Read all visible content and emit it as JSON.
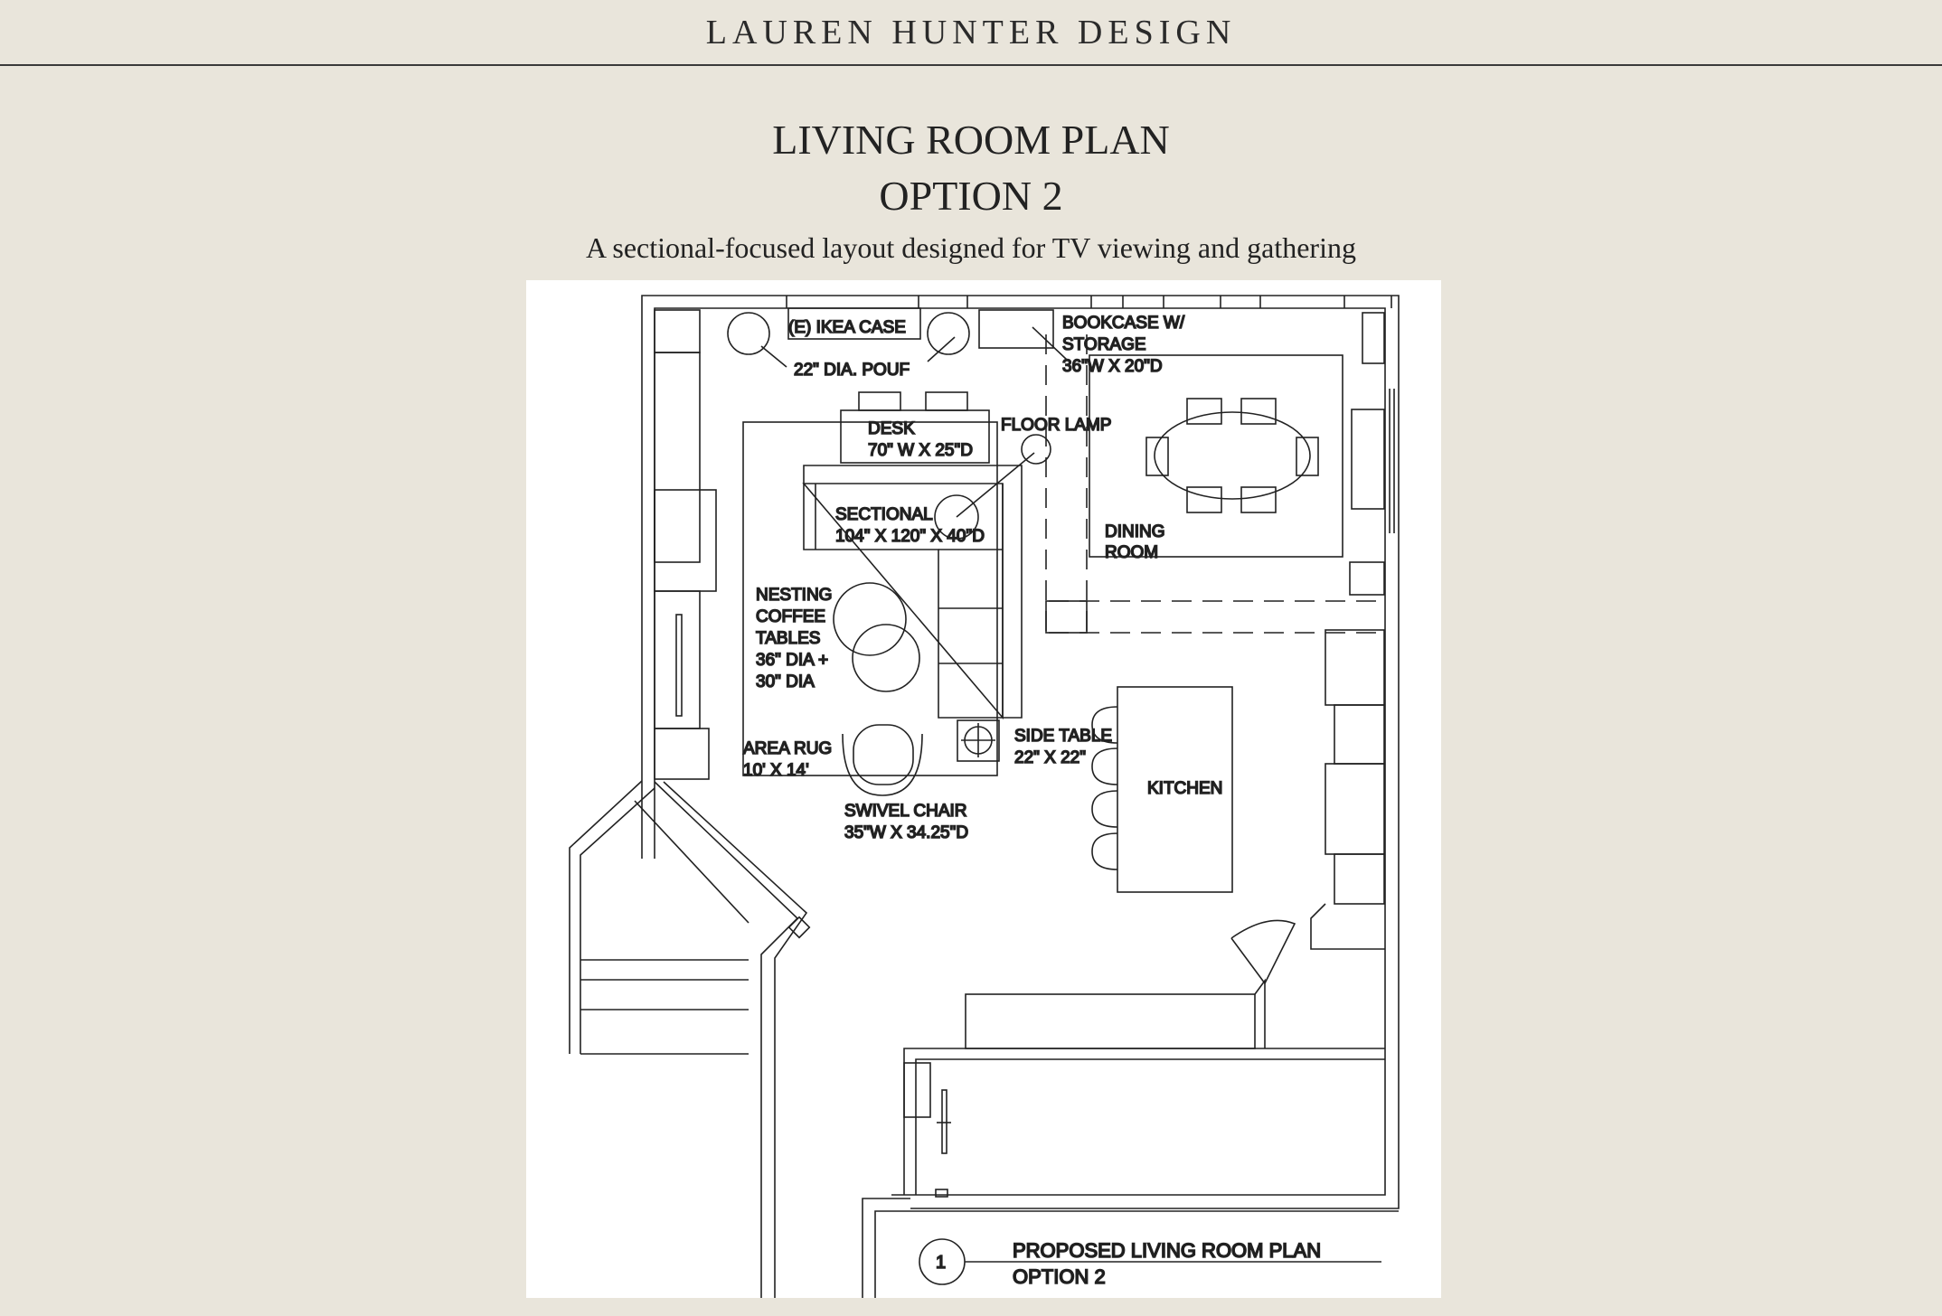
{
  "header": {
    "brand": "LAUREN HUNTER DESIGN"
  },
  "page": {
    "title_line1": "LIVING ROOM PLAN",
    "title_line2": "OPTION 2",
    "subtitle": "A sectional-focused layout designed for TV viewing and gathering"
  },
  "plan": {
    "labels": {
      "ikea_case": "(E)  IKEA CASE",
      "pouf": "22\" DIA. POUF",
      "bookcase_1": "BOOKCASE W/",
      "bookcase_2": "STORAGE",
      "bookcase_3": "36\"W X 20\"D",
      "floor_lamp": "FLOOR LAMP",
      "desk_1": "DESK",
      "desk_2": "70\" W X 25\"D",
      "sectional_1": "SECTIONAL",
      "sectional_2": "104\" X 120\" X 40\"D",
      "dining_1": "DINING",
      "dining_2": "ROOM",
      "nesting_1": "NESTING",
      "nesting_2": "COFFEE",
      "nesting_3": "TABLES",
      "nesting_4": "36\" DIA +",
      "nesting_5": "30\" DIA",
      "rug_1": "AREA RUG",
      "rug_2": "10' X 14'",
      "side_table_1": "SIDE TABLE",
      "side_table_2": "22\" X 22\"",
      "kitchen": "KITCHEN",
      "swivel_1": "SWIVEL CHAIR",
      "swivel_2": "35\"W X 34.25\"D"
    },
    "title_block": {
      "number": "1",
      "line1": "PROPOSED LIVING ROOM PLAN",
      "line2": "OPTION 2"
    }
  }
}
